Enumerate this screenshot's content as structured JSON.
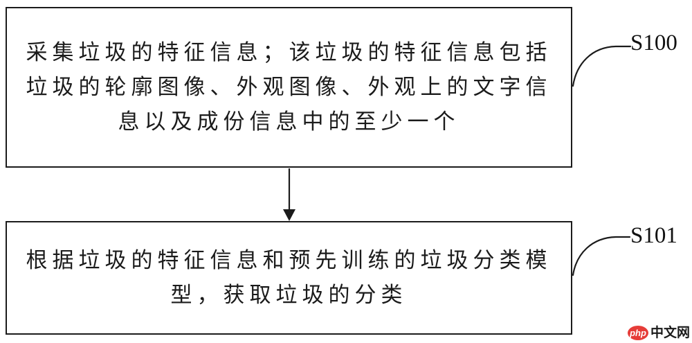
{
  "diagram": {
    "steps": [
      {
        "ref": "S100",
        "lines": [
          "采集垃圾的特征信息；该垃圾的特征信息包括",
          "垃圾的轮廓图像、外观图像、外观上的文字信",
          "息以及成份信息中的至少一个"
        ]
      },
      {
        "ref": "S101",
        "lines": [
          "根据垃圾的特征信息和预先训练的垃圾分类模",
          "型，获取垃圾的分类"
        ]
      }
    ],
    "colors": {
      "stroke": "#1b1b1b",
      "text": "#1b1b1b",
      "background": "#ffffff"
    }
  },
  "watermark": {
    "badge_text": "php",
    "site_text": "中文网",
    "badge_color": "#e63c38",
    "badge_text_color": "#ffffff",
    "site_text_color": "#1a1a1a"
  }
}
